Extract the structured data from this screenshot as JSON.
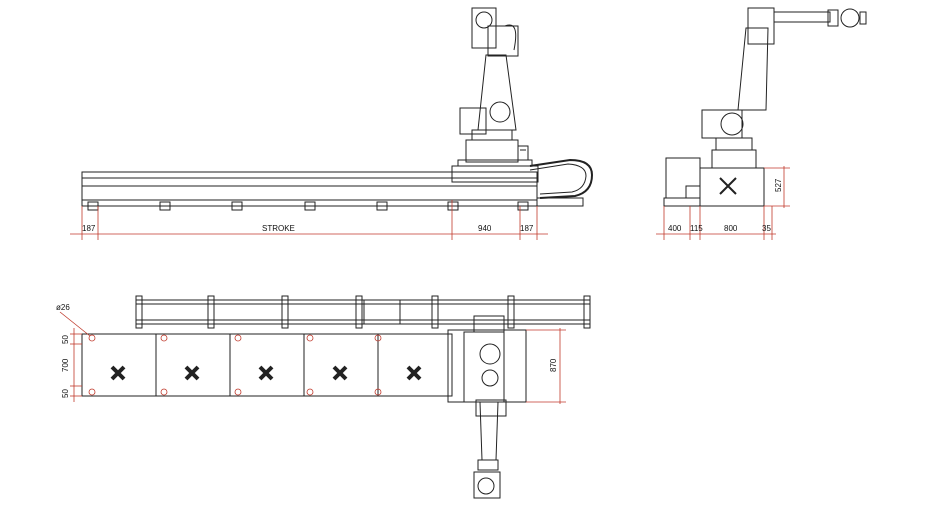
{
  "side_view": {
    "dims": {
      "left_end": "187",
      "stroke": "STROKE",
      "robot_zone": "940",
      "right_end": "187"
    }
  },
  "end_view": {
    "dims": {
      "d400": "400",
      "d115": "115",
      "d800": "800",
      "d35": "35",
      "height": "527"
    }
  },
  "top_view": {
    "dims": {
      "hole": "ø26",
      "d50_top": "50",
      "d700": "700",
      "d50_bottom": "50",
      "width": "870"
    }
  },
  "colors": {
    "line": "#222222",
    "dimension": "#c0392b"
  }
}
